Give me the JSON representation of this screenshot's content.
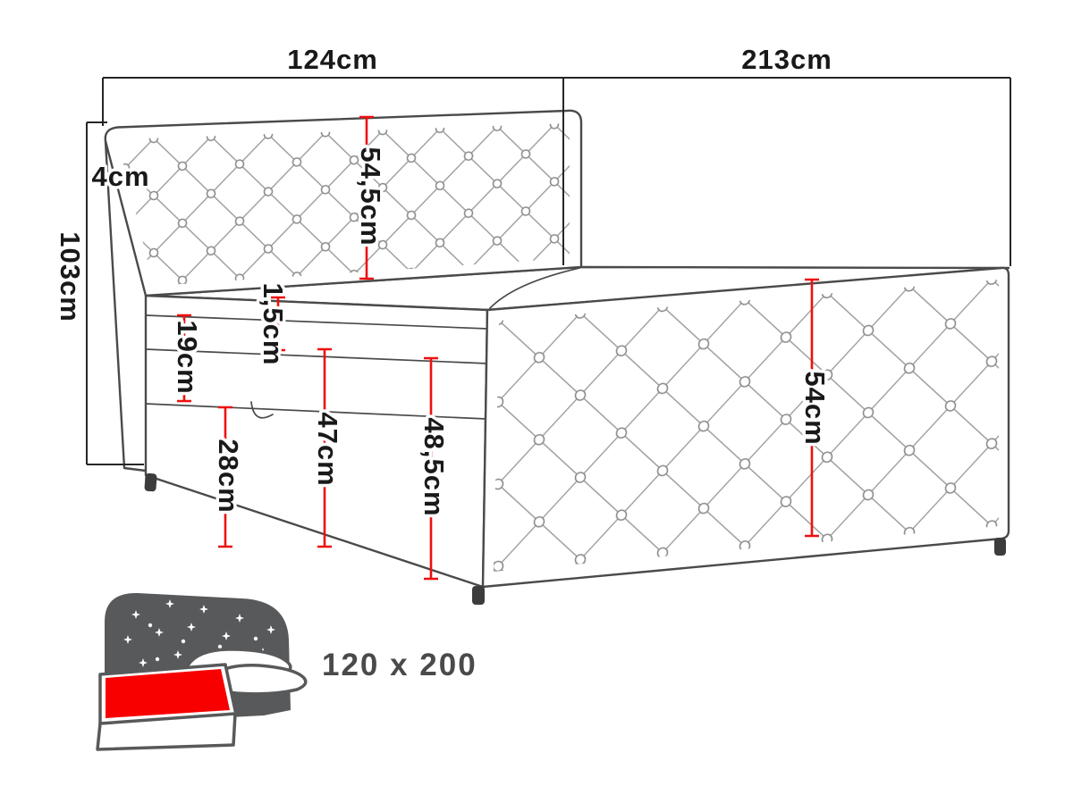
{
  "diagram": {
    "type": "furniture-dimension-drawing",
    "subject": "upholstered-storage-bed",
    "dimensions": {
      "top_width": "124cm",
      "top_length": "213cm",
      "frame_edge": "4cm",
      "total_height": "103cm",
      "headboard_height": "54,5cm",
      "mattress_height": "19cm",
      "topper_gap": "1,5cm",
      "box_height": "28cm",
      "base_front_height": "47cm",
      "side_front_height": "48,5cm",
      "side_panel_height": "54cm"
    },
    "size_label": "120 x 200",
    "colors": {
      "dimension_red": "#ee0f0f",
      "line": "#4a4a4a",
      "text": "#191919",
      "icon_gray": "#58595b",
      "icon_red": "#f90000"
    }
  }
}
